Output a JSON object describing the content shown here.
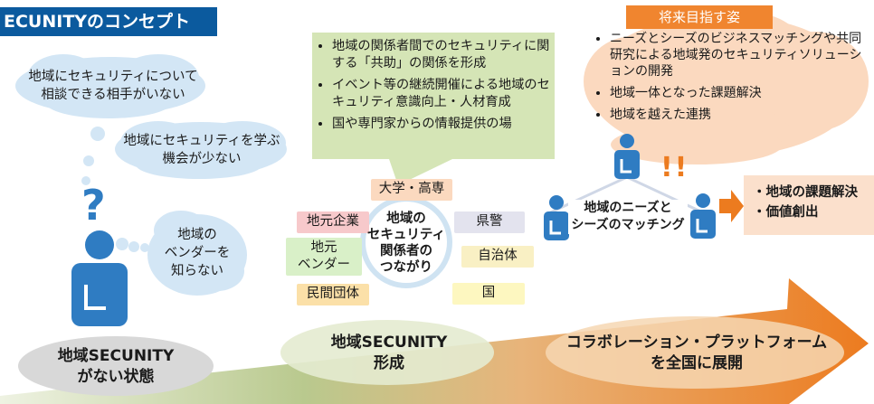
{
  "title": "ECUNITYのコンセプト",
  "clouds": {
    "c1": [
      "地域にセキュリティについて",
      "相談できる相手がいない"
    ],
    "c2": [
      "地域にセキュリティを学ぶ",
      "機会が少ない"
    ],
    "c3": [
      "地域の",
      "ベンダーを",
      "知らない"
    ]
  },
  "question_mark": "?",
  "bullets": [
    "地域の関係者間でのセキュリティに関する「共助」の関係を形成",
    "イベント等の継続開催による地域のセキュリティ意識向上・人材育成",
    "国や専門家からの情報提供の場"
  ],
  "center_circle": [
    "地域の",
    "セキュリティ",
    "関係者の",
    "つながり"
  ],
  "stakeholders": {
    "university": "大学・高専",
    "local_company": "地元企業",
    "prefectural_police": "県警",
    "local_vendor": [
      "地元",
      "ベンダー"
    ],
    "municipality": "自治体",
    "private_org": "民間団体",
    "national": "国"
  },
  "future": {
    "title": "将来目指す姿",
    "items": [
      "ニーズとシーズのビジネスマッチングや共同研究による地域発のセキュリティソリューションの開発",
      "地域一体となった課題解決",
      "地域を越えた連携"
    ]
  },
  "exclamation": "!!",
  "matching": [
    "地域のニーズと",
    "シーズのマッチング"
  ],
  "outcomes": [
    "・地域の課題解決",
    "・価値創出"
  ],
  "stages": [
    [
      "地域SECUNITY",
      "がない状態"
    ],
    [
      "地域SECUNITY",
      "形成"
    ],
    [
      "コラボレーション・プラットフォーム",
      "を全国に展開"
    ]
  ],
  "colors": {
    "title_bg": "#0b5a9e",
    "cloud": "#d3e6f5",
    "bullet_bg": "#d5e5b6",
    "future_cloud": "#fbd9bf",
    "future_title": "#f0852f",
    "person": "#2f7cc2",
    "arrow_start": "#e6ecd6",
    "arrow_end": "#ec7b1f"
  }
}
